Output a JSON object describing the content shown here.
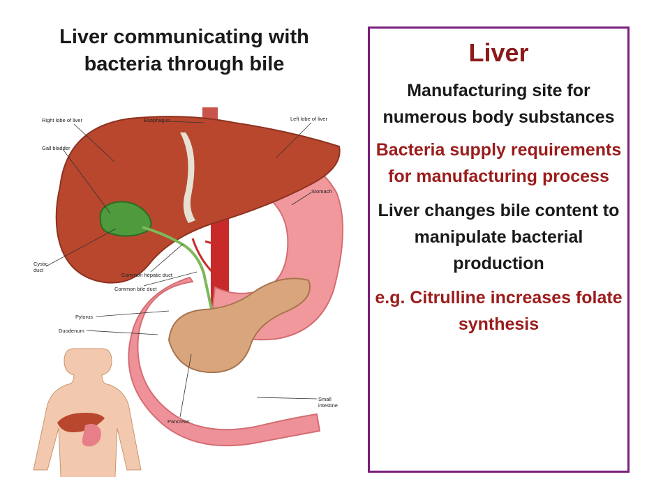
{
  "slide": {
    "title_line1": "Liver communicating with",
    "title_line2": "bacteria through bile"
  },
  "info_box": {
    "heading": "Liver",
    "paragraphs": [
      {
        "text": "Manufacturing site for numerous body substances",
        "color": "#1a1a1a"
      },
      {
        "text": "Bacteria supply requirements for manufacturing process",
        "color": "#9b1c1c"
      },
      {
        "text": "Liver changes bile content to manipulate bacterial production",
        "color": "#1a1a1a"
      },
      {
        "text": "e.g. Citrulline increases folate synthesis",
        "color": "#9b1c1c"
      }
    ],
    "border_color": "#7a1e7c"
  },
  "figure": {
    "labels": {
      "right_lobe": "Right lobe of liver",
      "esophagus": "Esophagus",
      "left_lobe": "Left lobe of liver",
      "gall_bladder": "Gall bladder",
      "stomach": "Stomach",
      "cystic_duct": "Cystic duct",
      "common_hepatic_duct": "Common hepatic duct",
      "common_bile_duct": "Common bile duct",
      "pylorus": "Pylorus",
      "duodenum": "Duodenum",
      "small_intestine": "Small intestine",
      "pancreas": "Pancreas"
    }
  }
}
